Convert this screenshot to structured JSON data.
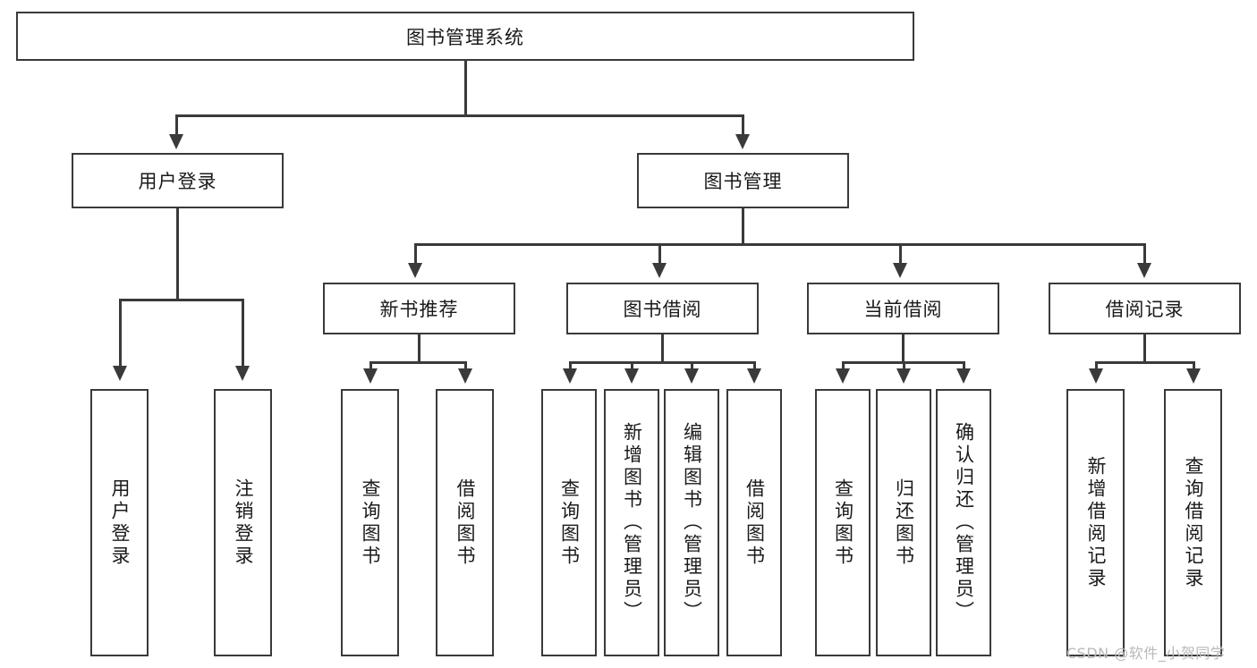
{
  "diagram": {
    "type": "hierarchy-tree",
    "title_node": {
      "label": "图书管理系统"
    },
    "level2": [
      {
        "id": "user-login",
        "label": "用户登录"
      },
      {
        "id": "book-management",
        "label": "图书管理"
      }
    ],
    "level3": [
      {
        "id": "new-book-recommend",
        "label": "新书推荐"
      },
      {
        "id": "book-borrow",
        "label": "图书借阅"
      },
      {
        "id": "current-borrow",
        "label": "当前借阅"
      },
      {
        "id": "borrow-record",
        "label": "借阅记录"
      }
    ],
    "leaves": {
      "user_login": [
        {
          "id": "leaf-user-login",
          "label": "用户登录"
        },
        {
          "id": "leaf-logout-login",
          "label": "注销登录"
        }
      ],
      "new_book_recommend": [
        {
          "id": "leaf-query-book-1",
          "label": "查询图书"
        },
        {
          "id": "leaf-borrow-book-1",
          "label": "借阅图书"
        }
      ],
      "book_borrow": [
        {
          "id": "leaf-query-book-2",
          "label": "查询图书"
        },
        {
          "id": "leaf-add-book",
          "label": "新增图书（管理员）"
        },
        {
          "id": "leaf-edit-book",
          "label": "编辑图书（管理员）"
        },
        {
          "id": "leaf-borrow-book-2",
          "label": "借阅图书"
        }
      ],
      "current_borrow": [
        {
          "id": "leaf-query-book-3",
          "label": "查询图书"
        },
        {
          "id": "leaf-return-book",
          "label": "归还图书"
        },
        {
          "id": "leaf-confirm-return",
          "label": "确认归还（管理员）"
        }
      ],
      "borrow_record": [
        {
          "id": "leaf-add-borrow-record",
          "label": "新增借阅记录"
        },
        {
          "id": "leaf-query-borrow-record",
          "label": "查询借阅记录"
        }
      ]
    }
  },
  "watermark": {
    "text": "CSDN @软件_小贺同学"
  },
  "colors": {
    "stroke": "#3a3a3a",
    "background": "#ffffff",
    "text": "#1a1a1a",
    "watermark": "#b9b9b9"
  }
}
